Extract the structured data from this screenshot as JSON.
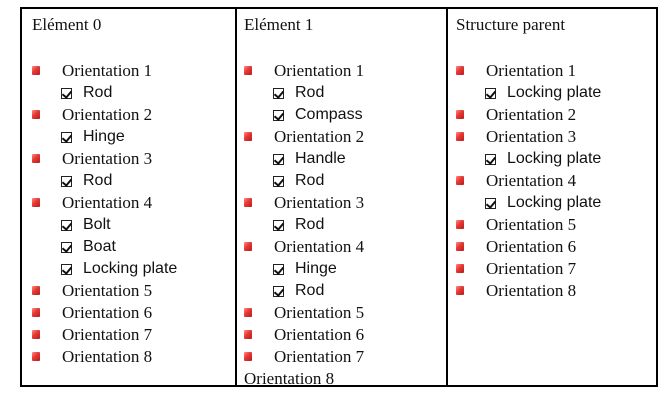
{
  "columns": [
    {
      "header": "Elément 0",
      "items": [
        {
          "label": "Orientation 1",
          "subs": [
            "Rod"
          ]
        },
        {
          "label": "Orientation 2",
          "subs": [
            "Hinge"
          ]
        },
        {
          "label": "Orientation 3",
          "subs": [
            "Rod"
          ]
        },
        {
          "label": "Orientation 4",
          "subs": [
            "Bolt",
            "Boat",
            "Locking plate"
          ]
        },
        {
          "label": "Orientation 5",
          "subs": []
        },
        {
          "label": "Orientation 6",
          "subs": []
        },
        {
          "label": "Orientation 7",
          "subs": []
        },
        {
          "label": "Orientation 8",
          "subs": []
        }
      ]
    },
    {
      "header": "Elément 1",
      "items": [
        {
          "label": "Orientation 1",
          "subs": [
            "Rod",
            "Compass"
          ]
        },
        {
          "label": "Orientation 2",
          "subs": [
            "Handle",
            "Rod"
          ]
        },
        {
          "label": "Orientation 3",
          "subs": [
            "Rod"
          ]
        },
        {
          "label": "Orientation 4",
          "subs": [
            "Hinge",
            "Rod"
          ]
        },
        {
          "label": "Orientation 5",
          "subs": []
        },
        {
          "label": "Orientation 6",
          "subs": []
        },
        {
          "label": "Orientation 7",
          "subs": []
        }
      ],
      "trailing": "Orientation 8"
    },
    {
      "header": "Structure parent",
      "items": [
        {
          "label": "Orientation 1",
          "subs": [
            "Locking plate"
          ]
        },
        {
          "label": "Orientation 2",
          "subs": []
        },
        {
          "label": "Orientation 3",
          "subs": [
            "Locking plate"
          ]
        },
        {
          "label": "Orientation 4",
          "subs": [
            "Locking plate"
          ]
        },
        {
          "label": "Orientation 5",
          "subs": []
        },
        {
          "label": "Orientation 6",
          "subs": []
        },
        {
          "label": "Orientation 7",
          "subs": []
        },
        {
          "label": "Orientation 8",
          "subs": []
        }
      ]
    }
  ]
}
